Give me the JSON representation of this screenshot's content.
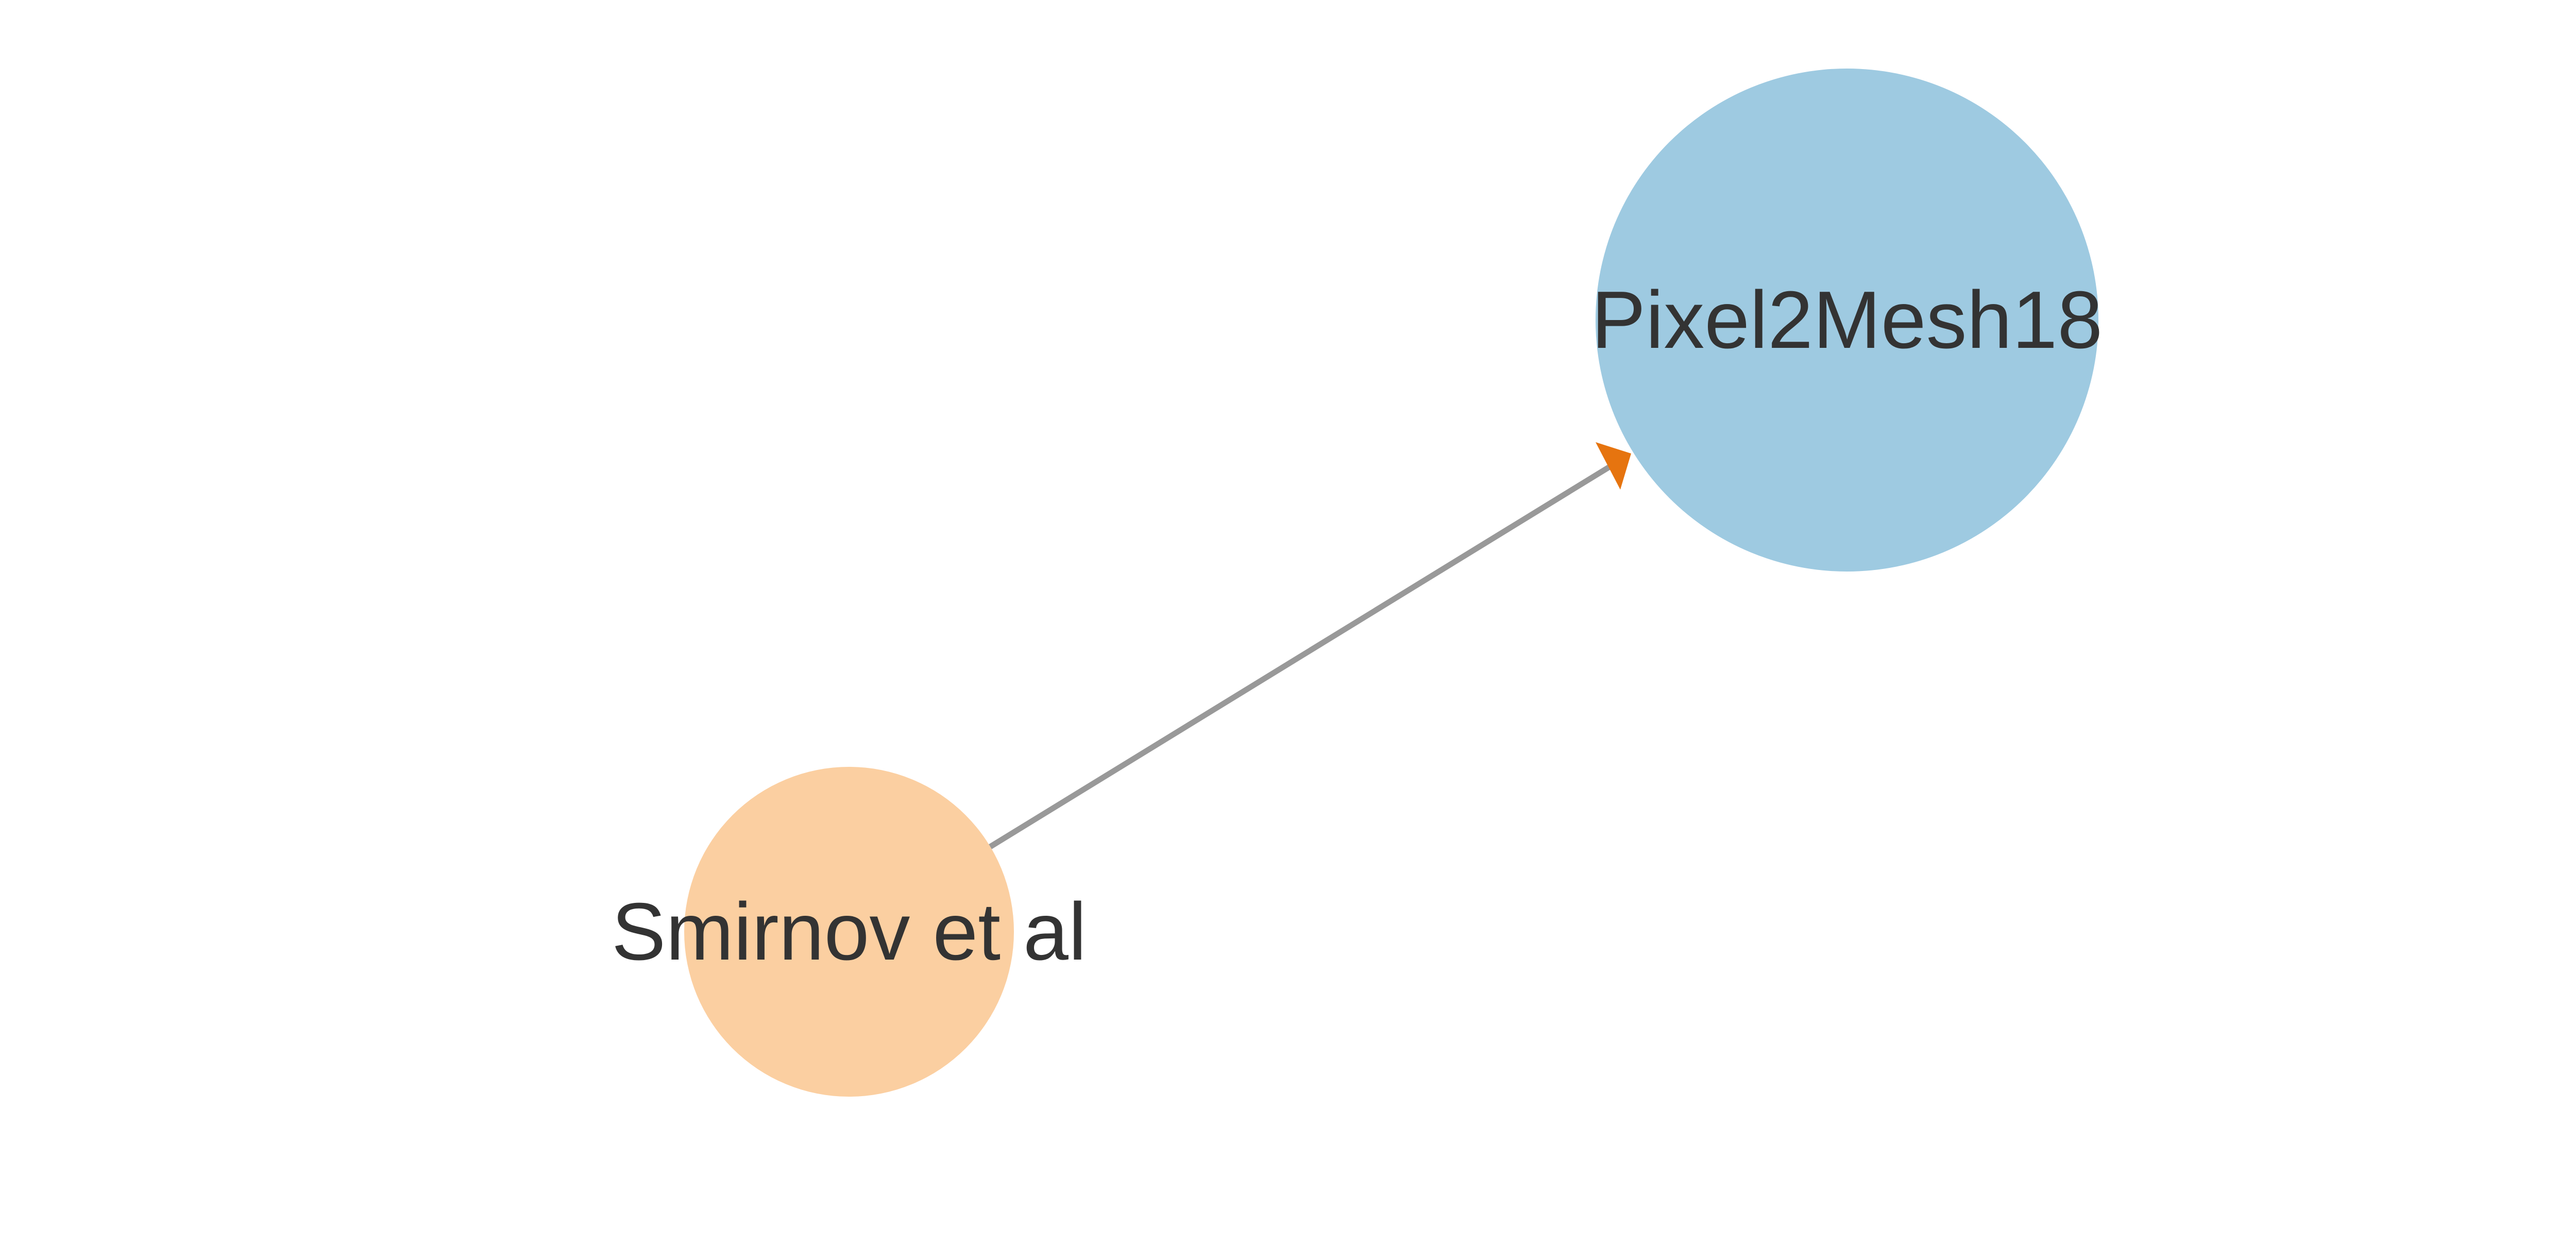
{
  "graph": {
    "nodes": [
      {
        "id": "smirnov",
        "label": "Smirnov et al",
        "color": "#fbcfa1"
      },
      {
        "id": "pixel2mesh18",
        "label": "Pixel2Mesh18",
        "color": "#9ecae1"
      }
    ],
    "edges": [
      {
        "from": "smirnov",
        "to": "pixel2mesh18",
        "line_color": "#999999",
        "arrow_color": "#e6740f"
      }
    ]
  }
}
